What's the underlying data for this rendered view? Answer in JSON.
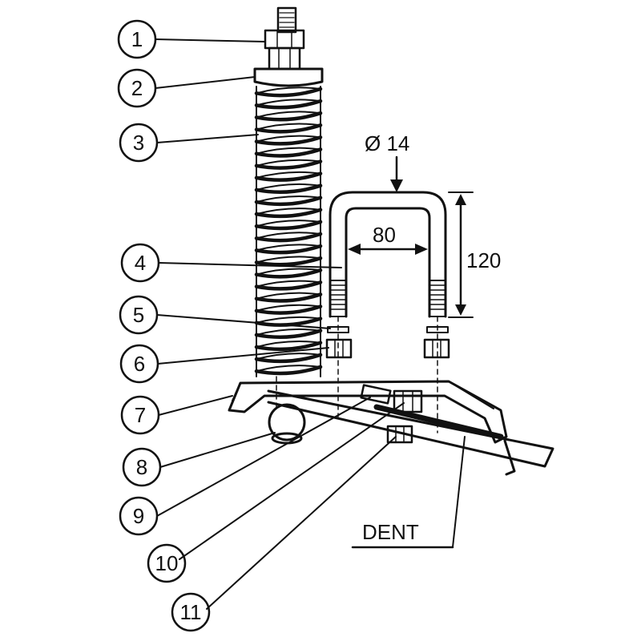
{
  "callouts": [
    {
      "number": "1",
      "part": "top-nut"
    },
    {
      "number": "2",
      "part": "spring-cap"
    },
    {
      "number": "3",
      "part": "coil-spring"
    },
    {
      "number": "4",
      "part": "u-bolt"
    },
    {
      "number": "5",
      "part": "washer"
    },
    {
      "number": "6",
      "part": "nut"
    },
    {
      "number": "7",
      "part": "mounting-bracket"
    },
    {
      "number": "8",
      "part": "ball-joint"
    },
    {
      "number": "9",
      "part": "clamp-plate"
    },
    {
      "number": "10",
      "part": "clamp-nut"
    },
    {
      "number": "11",
      "part": "lower-nut"
    }
  ],
  "dimensions": {
    "diameter": "Ø 14",
    "width": "80",
    "height": "120"
  },
  "dent_label": "DENT",
  "colors": {
    "ink": "#111111",
    "background": "#ffffff"
  }
}
